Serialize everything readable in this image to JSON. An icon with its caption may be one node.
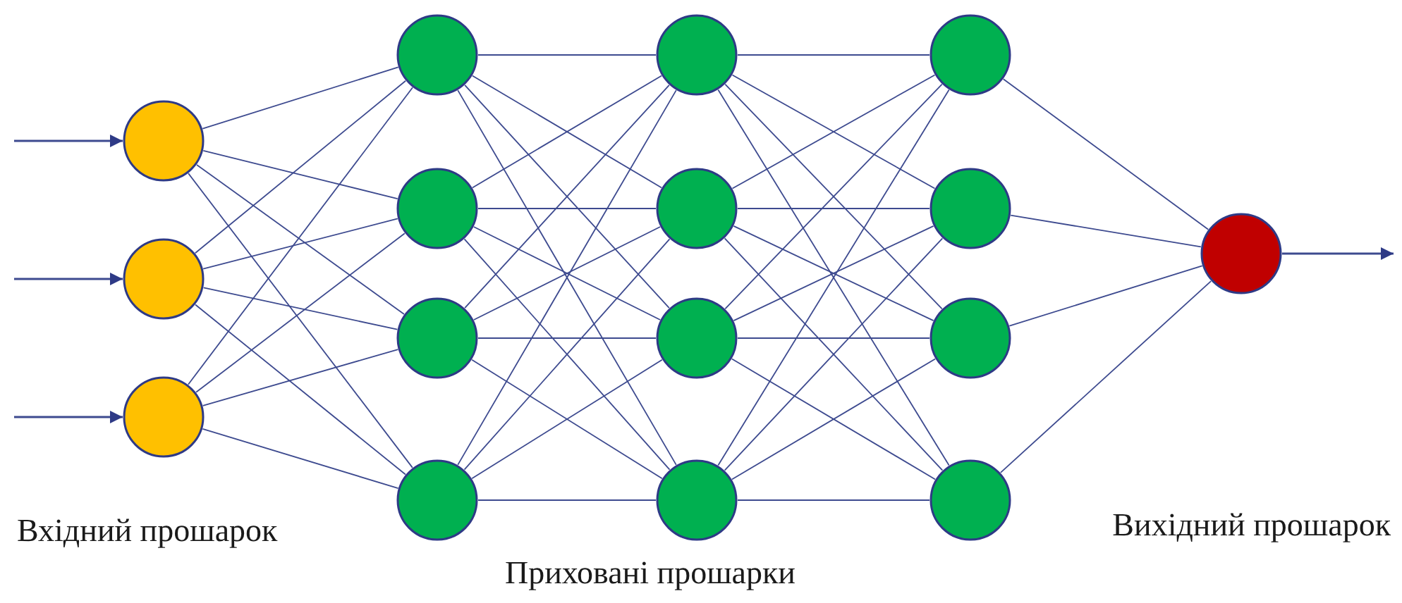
{
  "diagram": {
    "nodes": [
      {
        "text": [],
        "shape": "circle"
      },
      {
        "text": [],
        "shape": "circle"
      },
      {
        "text": [],
        "shape": "circle"
      },
      {
        "text": [],
        "shape": "circle"
      },
      {
        "text": [],
        "shape": "circle"
      },
      {
        "text": [],
        "shape": "circle"
      },
      {
        "text": [],
        "shape": "circle"
      },
      {
        "text": [],
        "shape": "circle"
      },
      {
        "text": [],
        "shape": "circle"
      },
      {
        "text": [],
        "shape": "circle"
      },
      {
        "text": [],
        "shape": "circle"
      },
      {
        "text": [],
        "shape": "circle"
      },
      {
        "text": [],
        "shape": "circle"
      },
      {
        "text": [],
        "shape": "circle"
      },
      {
        "text": [],
        "shape": "circle"
      },
      {
        "text": [],
        "shape": "circle"
      }
    ],
    "edges": [
      {
        "from": null,
        "to": 0,
        "arrow": "to"
      },
      {
        "from": null,
        "to": 1,
        "arrow": "to"
      },
      {
        "from": null,
        "to": 2,
        "arrow": "to"
      },
      {
        "from": 0,
        "to": 3,
        "arrow": "none"
      },
      {
        "from": 0,
        "to": 4,
        "arrow": "none"
      },
      {
        "from": 0,
        "to": 5,
        "arrow": "none"
      },
      {
        "from": 0,
        "to": 6,
        "arrow": "none"
      },
      {
        "from": 1,
        "to": 3,
        "arrow": "none"
      },
      {
        "from": 1,
        "to": 4,
        "arrow": "none"
      },
      {
        "from": 1,
        "to": 5,
        "arrow": "none"
      },
      {
        "from": 1,
        "to": 6,
        "arrow": "none"
      },
      {
        "from": 2,
        "to": 3,
        "arrow": "none"
      },
      {
        "from": 2,
        "to": 4,
        "arrow": "none"
      },
      {
        "from": 2,
        "to": 5,
        "arrow": "none"
      },
      {
        "from": 2,
        "to": 6,
        "arrow": "none"
      },
      {
        "from": 3,
        "to": 7,
        "arrow": "none"
      },
      {
        "from": 3,
        "to": 8,
        "arrow": "none"
      },
      {
        "from": 3,
        "to": 9,
        "arrow": "none"
      },
      {
        "from": 3,
        "to": 10,
        "arrow": "none"
      },
      {
        "from": 4,
        "to": 7,
        "arrow": "none"
      },
      {
        "from": 4,
        "to": 8,
        "arrow": "none"
      },
      {
        "from": 4,
        "to": 9,
        "arrow": "none"
      },
      {
        "from": 4,
        "to": 10,
        "arrow": "none"
      },
      {
        "from": 5,
        "to": 7,
        "arrow": "none"
      },
      {
        "from": 5,
        "to": 8,
        "arrow": "none"
      },
      {
        "from": 5,
        "to": 9,
        "arrow": "none"
      },
      {
        "from": 5,
        "to": 10,
        "arrow": "none"
      },
      {
        "from": 6,
        "to": 7,
        "arrow": "none"
      },
      {
        "from": 6,
        "to": 8,
        "arrow": "none"
      },
      {
        "from": 6,
        "to": 9,
        "arrow": "none"
      },
      {
        "from": 6,
        "to": 10,
        "arrow": "none"
      },
      {
        "from": 7,
        "to": 11,
        "arrow": "none"
      },
      {
        "from": 7,
        "to": 12,
        "arrow": "none"
      },
      {
        "from": 7,
        "to": 13,
        "arrow": "none"
      },
      {
        "from": 7,
        "to": 14,
        "arrow": "none"
      },
      {
        "from": 8,
        "to": 11,
        "arrow": "none"
      },
      {
        "from": 8,
        "to": 12,
        "arrow": "none"
      },
      {
        "from": 8,
        "to": 13,
        "arrow": "none"
      },
      {
        "from": 8,
        "to": 14,
        "arrow": "none"
      },
      {
        "from": 9,
        "to": 11,
        "arrow": "none"
      },
      {
        "from": 9,
        "to": 12,
        "arrow": "none"
      },
      {
        "from": 9,
        "to": 13,
        "arrow": "none"
      },
      {
        "from": 9,
        "to": 14,
        "arrow": "none"
      },
      {
        "from": 10,
        "to": 11,
        "arrow": "none"
      },
      {
        "from": 10,
        "to": 12,
        "arrow": "none"
      },
      {
        "from": 10,
        "to": 13,
        "arrow": "none"
      },
      {
        "from": 10,
        "to": 14,
        "arrow": "none"
      },
      {
        "from": 11,
        "to": 15,
        "arrow": "none"
      },
      {
        "from": 12,
        "to": 15,
        "arrow": "none"
      },
      {
        "from": 13,
        "to": 15,
        "arrow": "none"
      },
      {
        "from": 14,
        "to": 15,
        "arrow": "none"
      },
      {
        "from": 15,
        "to": null,
        "arrow": "to"
      }
    ],
    "labels": [
      "Вхідний прошарок",
      "Вихідний прошарок",
      "Приховані прошарки"
    ]
  }
}
